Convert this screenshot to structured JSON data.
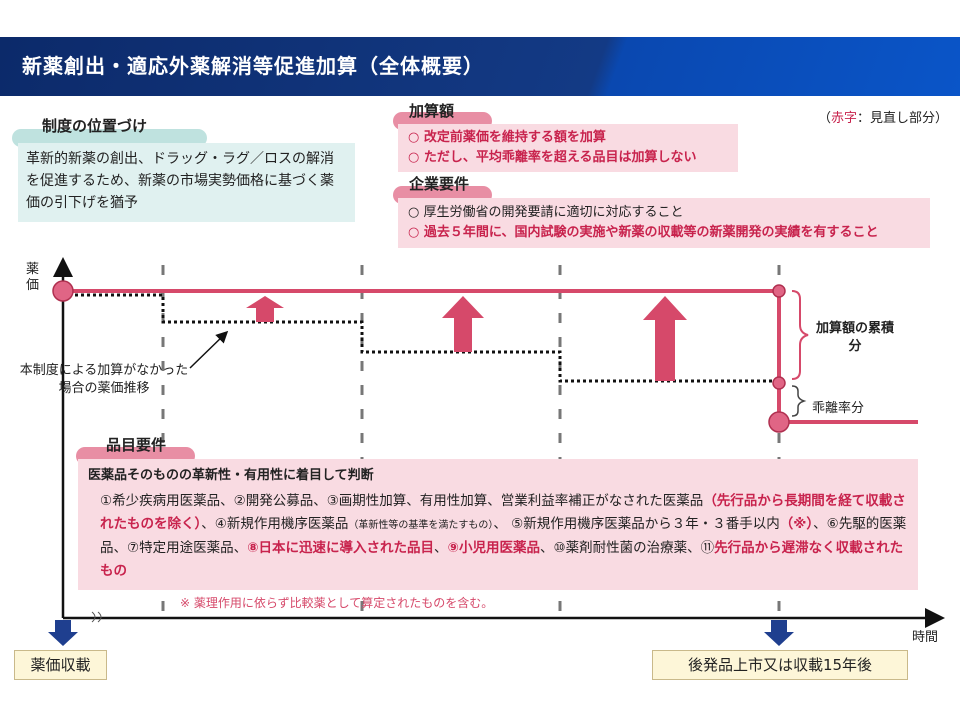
{
  "title": "新薬創出・適応外薬解消等促進加算（全体概要）",
  "legend_note": {
    "open": "（",
    "red": "赤字",
    "rest": "：見直し部分）"
  },
  "positioning": {
    "heading": "制度の位置づけ",
    "text": "革新的新薬の創出、ドラッグ・ラグ／ロスの解消を促進するため、新薬の市場実勢価格に基づく薬価の引下げを猶予"
  },
  "amount": {
    "heading": "加算額",
    "items": [
      "○ 改定前薬価を維持する額を加算",
      "○ ただし、平均乖離率を超える品目は加算しない"
    ]
  },
  "company": {
    "heading": "企業要件",
    "items": [
      "○ 厚生労働省の開発要請に適切に対応すること",
      "○ 過去５年間に、国内試験の実施や新薬の収載等の新薬開発の実績を有すること"
    ]
  },
  "diagram": {
    "y_label": "薬価",
    "x_label": "時間",
    "annotation": "本制度による加算がなかった場合の薬価推移",
    "cumulative": "加算額の累積分",
    "deviation": "乖離率分",
    "start": "薬価収載",
    "end": "後発品上市又は収載15年後"
  },
  "product": {
    "heading": "品目要件",
    "lead": "医薬品そのものの革新性・有用性に着目して判断",
    "t1": "①希少疾病用医薬品、②開発公募品、③画期性加算、有用性加算、営業利益率補正がなされた医薬品",
    "r1": "（先行品から長期間を経て収載されたものを除く）",
    "t2": "、④新規作用機序医薬品",
    "small": "（革新性等の基準を満たすもの）",
    "t3": "、 ⑤新規作用機序医薬品から３年・３番手以内",
    "r2": "（※）",
    "t4": "、⑥先駆的医薬品、⑦特定用途医薬品、",
    "r3": "⑧日本に迅速に導入された品目",
    "t5": "、",
    "r4": "⑨小児用医薬品",
    "t6": "、⑩薬剤耐性菌の治療薬、⑪",
    "r5": "先行品から遅滞なく収載されたもの",
    "note": "※ 薬理作用に依らず比較薬として算定されたものを含む。"
  },
  "colors": {
    "red": "#d6496a",
    "navy": "#0c2a6a",
    "blue_arrow": "#1f3f8f"
  }
}
